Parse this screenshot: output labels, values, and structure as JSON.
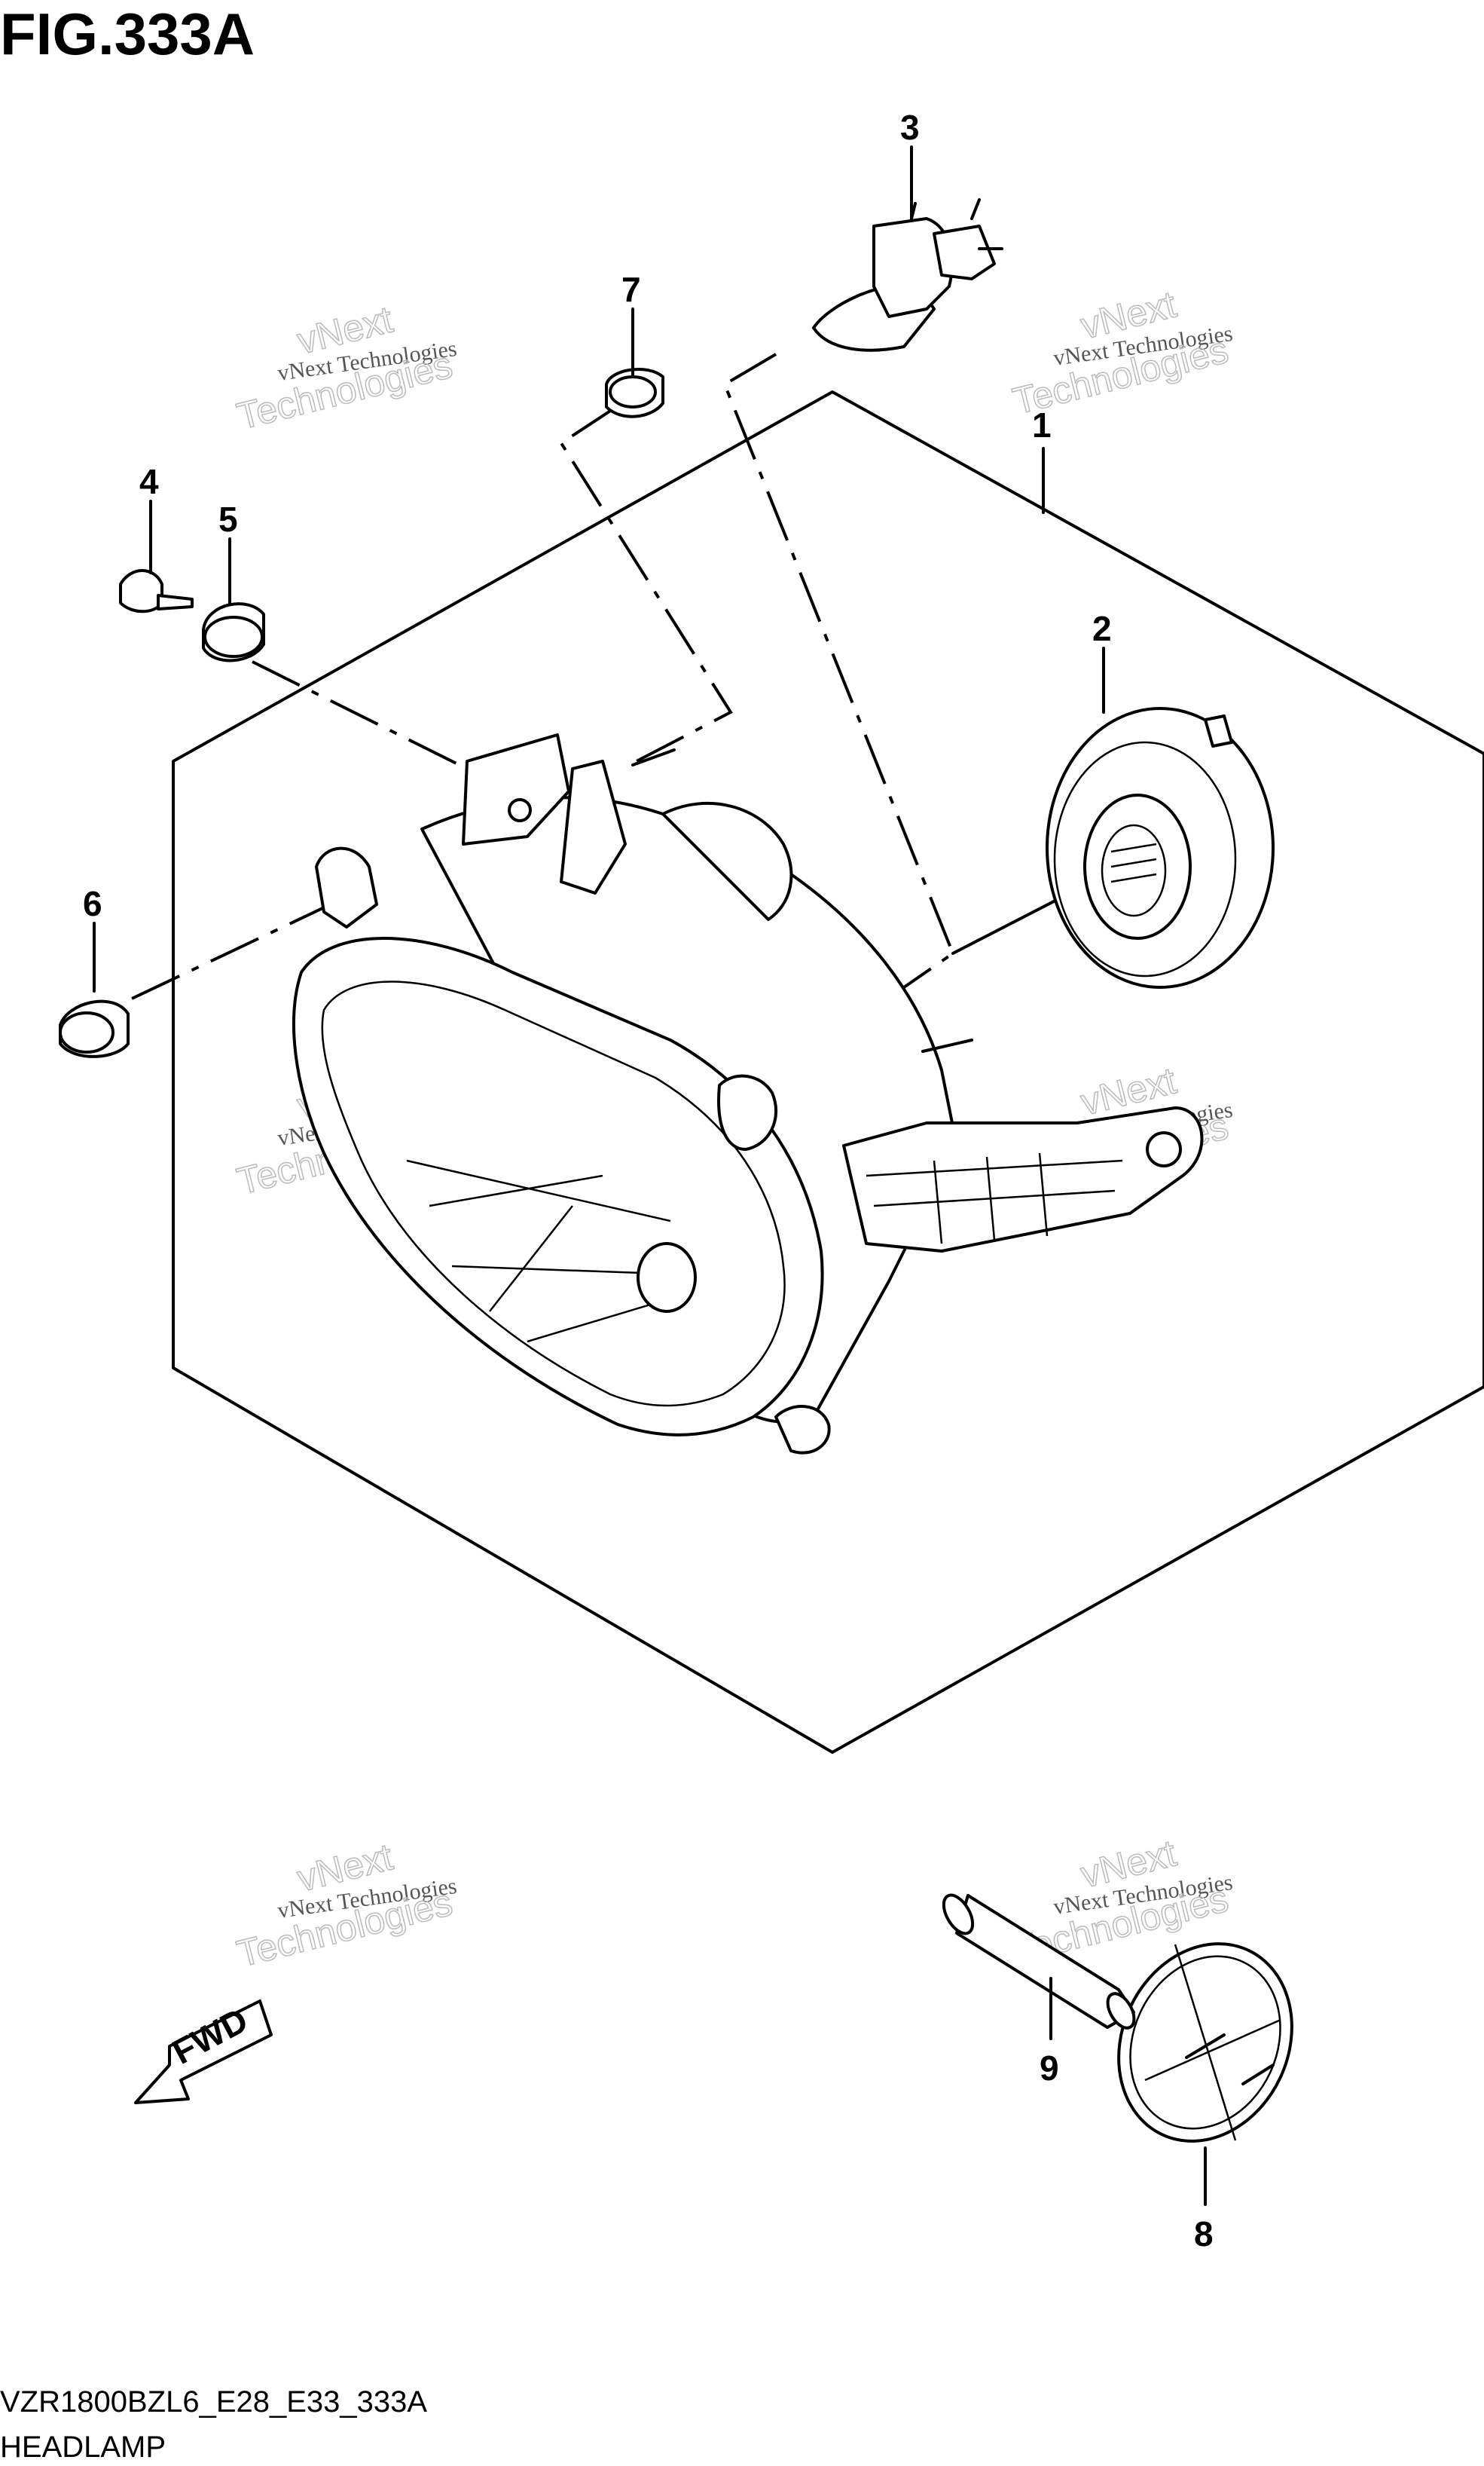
{
  "figure": {
    "title": "FIG.333A",
    "model_code": "VZR1800BZL6_E28_E33_333A",
    "section_name": "HEADLAMP"
  },
  "callouts": [
    {
      "id": "1",
      "label": "1"
    },
    {
      "id": "2",
      "label": "2"
    },
    {
      "id": "3",
      "label": "3"
    },
    {
      "id": "4",
      "label": "4"
    },
    {
      "id": "5",
      "label": "5"
    },
    {
      "id": "6",
      "label": "6"
    },
    {
      "id": "7",
      "label": "7"
    },
    {
      "id": "8",
      "label": "8"
    },
    {
      "id": "9",
      "label": "9"
    }
  ],
  "direction_arrow": {
    "label": "FWD"
  },
  "watermark": {
    "line1": "vNext Technologies",
    "line2": "vNext",
    "line3": "Technologies"
  }
}
